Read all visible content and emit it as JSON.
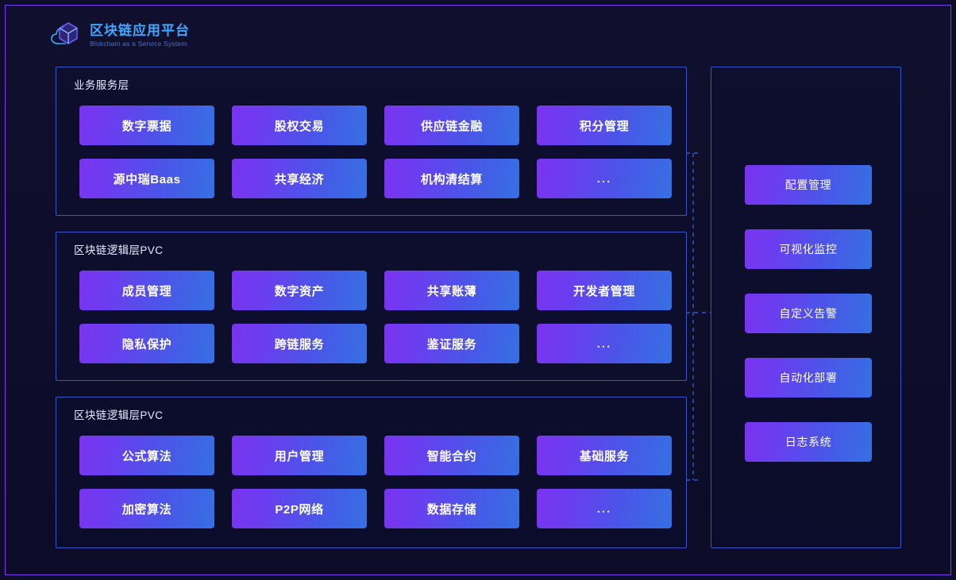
{
  "brand": {
    "title": "区块链应用平台",
    "subtitle": "Blokchain as a Service System",
    "icon": "cube-cloud-logo-icon",
    "title_color": "#3ea8ff",
    "subtitle_color": "#3f74c9"
  },
  "theme": {
    "background": "#0d0d2b",
    "frame_border": "#7b3cf0",
    "panel_border": "#3457c8",
    "tile_gradient_from": "#7a34ef",
    "tile_gradient_to": "#3570e2",
    "connector": "#3457c8"
  },
  "layers": [
    {
      "title": "业务服务层",
      "tiles": [
        "数字票据",
        "股权交易",
        "供应链金融",
        "积分管理",
        "源中瑞Baas",
        "共享经济",
        "机构清结算",
        "..."
      ]
    },
    {
      "title": "区块链逻辑层PVC",
      "tiles": [
        "成员管理",
        "数字资产",
        "共享账薄",
        "开发者管理",
        "隐私保护",
        "跨链服务",
        "鉴证服务",
        "..."
      ]
    },
    {
      "title": "区块链逻辑层PVC",
      "tiles": [
        "公式算法",
        "用户管理",
        "智能合约",
        "基础服务",
        "加密算法",
        "P2P网络",
        "数据存储",
        "..."
      ]
    }
  ],
  "ops_panel": {
    "tiles": [
      "配置管理",
      "可视化监控",
      "自定义告警",
      "自动化部署",
      "日志系统"
    ]
  }
}
